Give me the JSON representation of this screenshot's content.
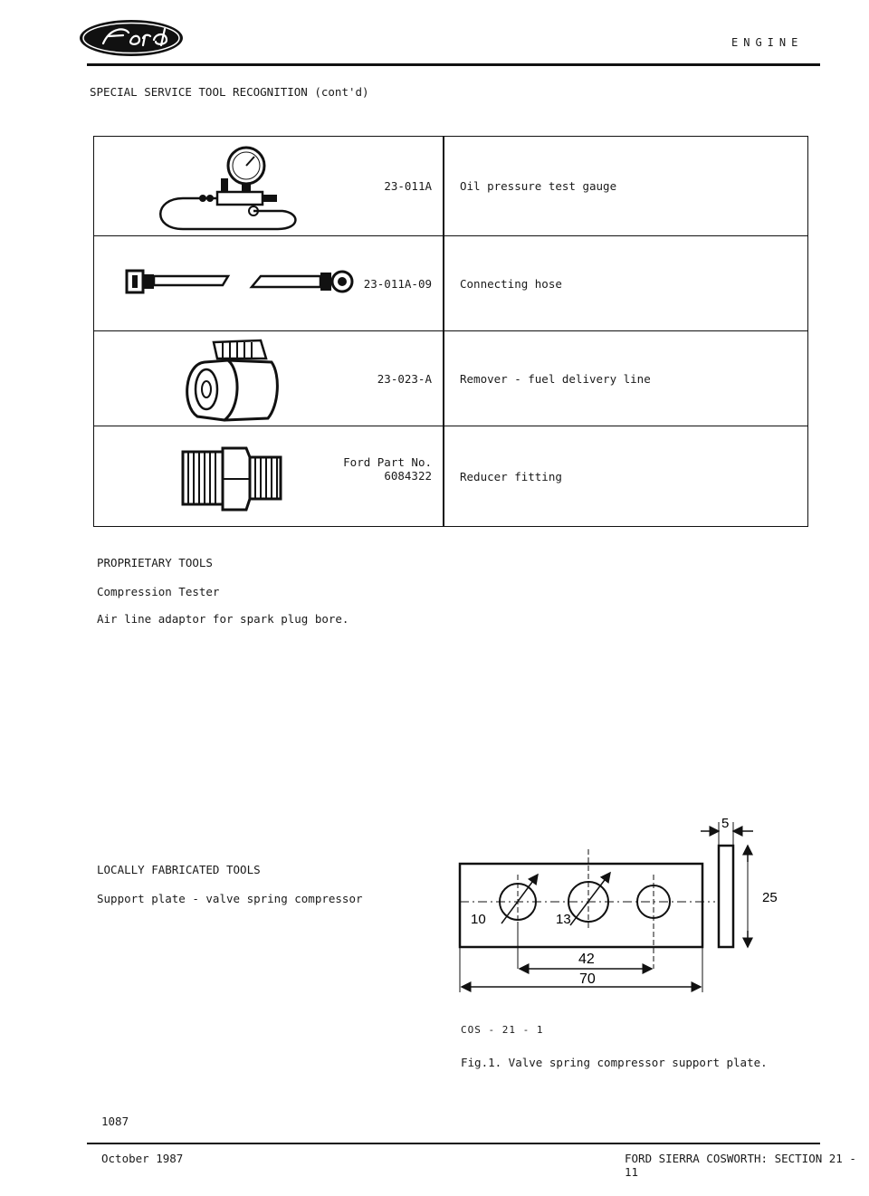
{
  "header": {
    "brand_name": "Ford",
    "section_name": "ENGINE",
    "page_heading": "SPECIAL SERVICE TOOL RECOGNITION (cont'd)"
  },
  "special_tools": {
    "rows": [
      {
        "tool_number": "23-011A",
        "description": "Oil pressure test gauge",
        "icon": "oil-pressure-gauge-icon"
      },
      {
        "tool_number": "23-011A-09",
        "description": "Connecting hose",
        "icon": "connecting-hose-icon"
      },
      {
        "tool_number": "23-023-A",
        "description": "Remover - fuel delivery line",
        "icon": "line-remover-clip-icon"
      },
      {
        "tool_number": "Ford Part No.\n6084322",
        "description": "Reducer fitting",
        "icon": "reducer-fitting-icon"
      }
    ]
  },
  "proprietary": {
    "heading": "PROPRIETARY TOOLS",
    "items": [
      "Compression Tester",
      "Air line adaptor for spark plug bore."
    ]
  },
  "locally_fabricated": {
    "heading": "LOCALLY FABRICATED TOOLS",
    "items": [
      "Support plate - valve spring compressor"
    ]
  },
  "figure": {
    "dimensions": {
      "hole_1": "10",
      "hole_2": "13",
      "spacing": "42",
      "length": "70",
      "thickness": "5",
      "height": "25"
    },
    "code": "COS - 21 - 1",
    "caption": "Fig.1. Valve spring compressor support plate."
  },
  "footer": {
    "page_number": "1087",
    "date": "October 1987",
    "section": "FORD SIERRA COSWORTH: SECTION 21 - 11"
  }
}
